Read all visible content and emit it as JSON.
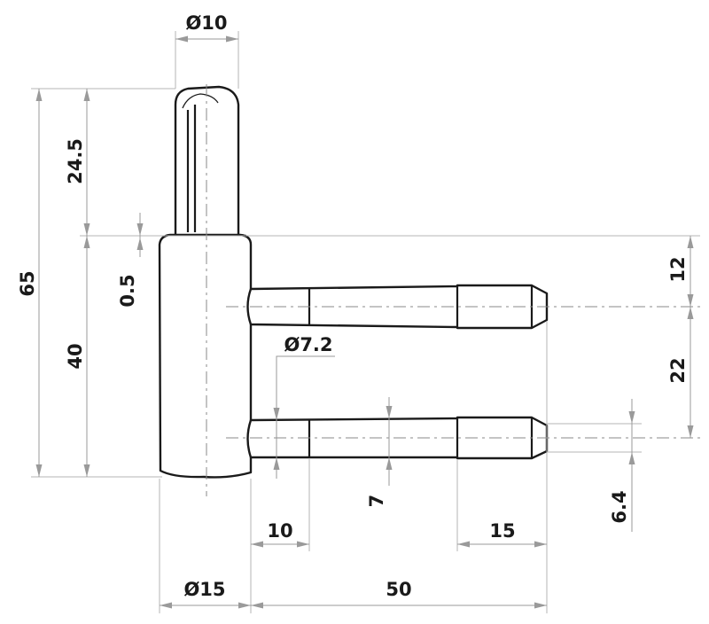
{
  "dimensions": {
    "pin_diameter": "Ø10",
    "pin_length": "24.5",
    "overall_height": "65",
    "gap": "0.5",
    "body_height": "40",
    "top_offset": "12",
    "pin_spacing": "22",
    "stud_diameter": "Ø7.2",
    "stud_step": "7",
    "stud_tip_diameter": "6.4",
    "first_segment": "10",
    "tip_length": "15",
    "body_diameter": "Ø15",
    "stud_length": "50"
  }
}
